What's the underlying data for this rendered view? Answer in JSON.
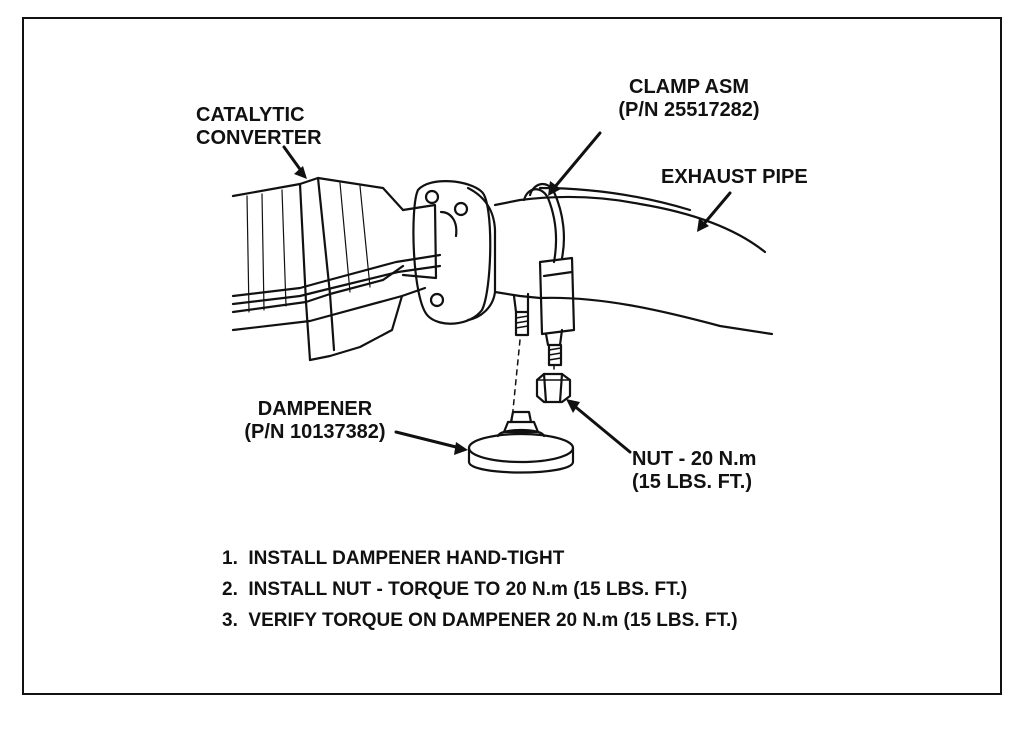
{
  "labels": {
    "catalytic_converter": [
      "CATALYTIC",
      "CONVERTER"
    ],
    "clamp": [
      "CLAMP ASM",
      "(P/N 25517282)"
    ],
    "exhaust_pipe": "EXHAUST PIPE",
    "dampener": [
      "DAMPENER",
      "(P/N 10137382)"
    ],
    "nut": [
      "NUT - 20 N.m",
      "(15 LBS. FT.)"
    ]
  },
  "steps": [
    "1.  INSTALL DAMPENER HAND-TIGHT",
    "2.  INSTALL NUT - TORQUE TO 20 N.m (15 LBS. FT.)",
    "3.  VERIFY TORQUE ON DAMPENER 20 N.m (15 LBS. FT.)"
  ],
  "colors": {
    "ink": "#111111",
    "paper": "#ffffff"
  }
}
